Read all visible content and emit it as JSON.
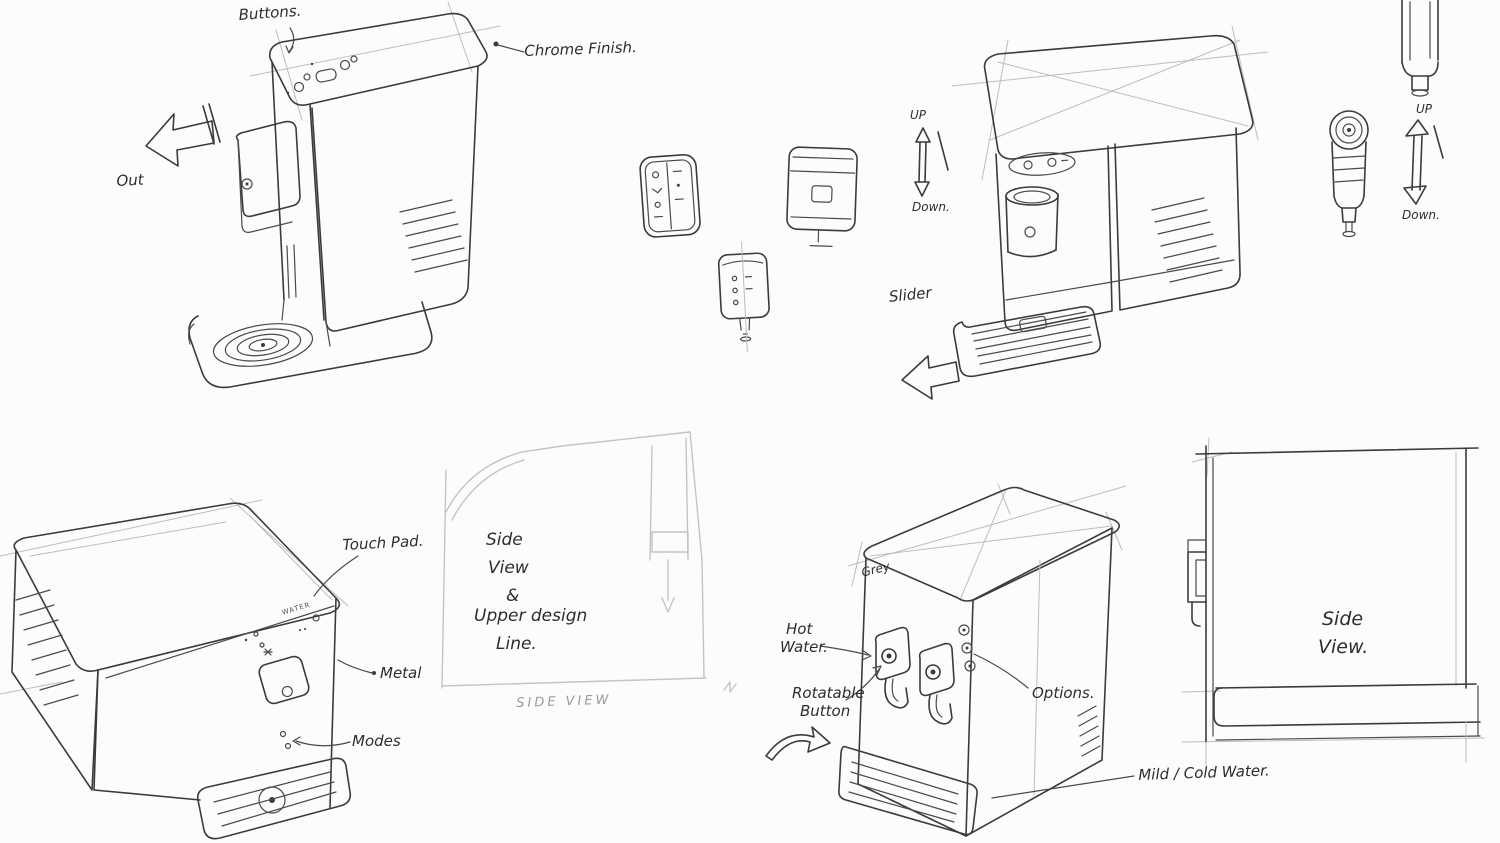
{
  "canvas": {
    "background": "#fcfcfb",
    "ink": "#3b3b3b",
    "construction": "#bdbdbd",
    "faint_sketch": "#c4c4c4",
    "caption_gray": "#9a9a9a"
  },
  "annotations": {
    "top_left": {
      "buttons": "Buttons.",
      "chrome_finish": "Chrome Finish.",
      "out": "Out"
    },
    "top_right": {
      "up": "UP",
      "down": "Down.",
      "slider": "Slider"
    },
    "nozzle_detail": {
      "up": "UP",
      "down": "Down."
    },
    "bottom_left": {
      "touch_pad": "Touch Pad.",
      "metal": "Metal",
      "modes": "Modes",
      "panel_logo": "WATER"
    },
    "side_view_center": {
      "lines": [
        "Side",
        "View",
        "&",
        "Upper design",
        "Line."
      ],
      "caption": "SIDE VIEW"
    },
    "bottom_right": {
      "grey": "Grey",
      "hot": "Hot",
      "water": "Water.",
      "rotatable": "Rotatable",
      "button": "Button",
      "options": "Options.",
      "mild_cold_water": "Mild / Cold Water."
    },
    "side_view_right": {
      "lines": [
        "Side",
        "View."
      ]
    }
  }
}
